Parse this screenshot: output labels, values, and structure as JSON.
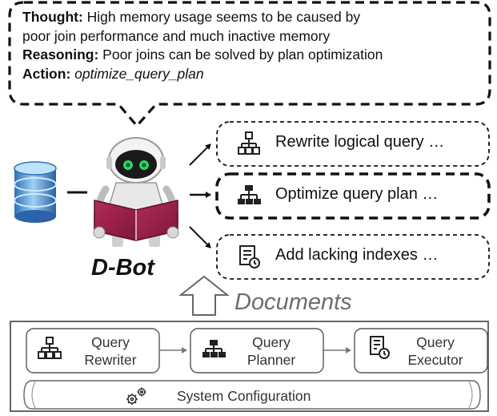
{
  "thought": {
    "thought_label": "Thought:",
    "thought_line1": " High memory usage seems to be caused by",
    "thought_line2": "poor join performance and much inactive memory",
    "reasoning_label": "Reasoning:",
    "reasoning_text": " Poor joins can be solved by plan optimization",
    "action_label": "Action:",
    "action_text": "optimize_query_plan"
  },
  "options": [
    {
      "label": "Rewrite logical query …",
      "icon": "hierarchy-icon",
      "selected": false
    },
    {
      "label": "Optimize query plan …",
      "icon": "plan-tree-icon",
      "selected": true
    },
    {
      "label": "Add lacking indexes …",
      "icon": "index-document-icon",
      "selected": false
    }
  ],
  "agent": {
    "name": "D-Bot",
    "icons": [
      "database-icon",
      "robot-reading-icon"
    ]
  },
  "documents_label": "Documents",
  "system": {
    "modules": [
      {
        "line1": "Query",
        "line2": "Rewriter",
        "icon": "hierarchy-icon"
      },
      {
        "line1": "Query",
        "line2": "Planner",
        "icon": "plan-tree-icon"
      },
      {
        "line1": "Query",
        "line2": "Executor",
        "icon": "index-document-icon"
      }
    ],
    "config_label": "System Configuration",
    "config_icon": "gears-icon"
  },
  "colors": {
    "line": "#111111",
    "panel_border": "#555555",
    "doc_arrow": "#666666"
  }
}
